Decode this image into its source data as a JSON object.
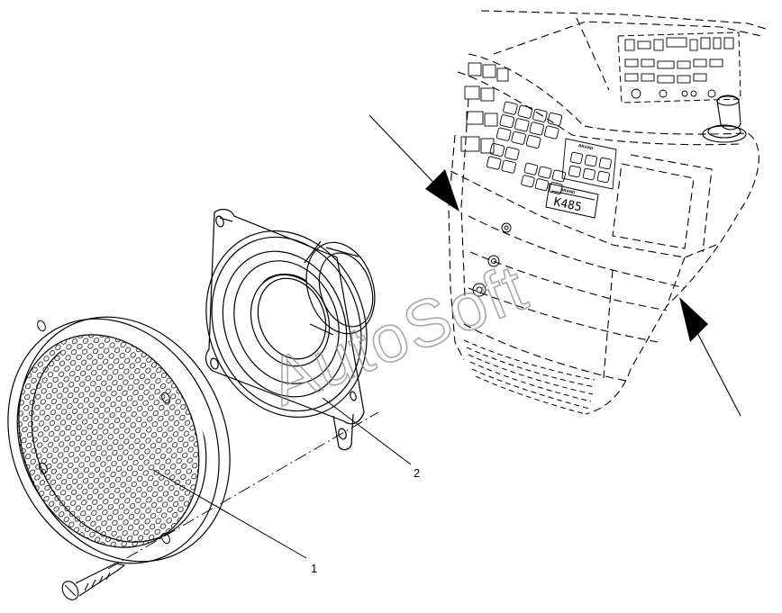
{
  "callouts": {
    "grille": "1",
    "speaker": "2"
  },
  "dash_display": {
    "readout": "K485",
    "brand_top": "BRAND",
    "brand_bottom": "BRAND"
  },
  "watermark": {
    "text": "AutoSoft"
  },
  "colors": {
    "line": "#000000",
    "background": "#ffffff",
    "watermark": "#8c8c8c"
  }
}
